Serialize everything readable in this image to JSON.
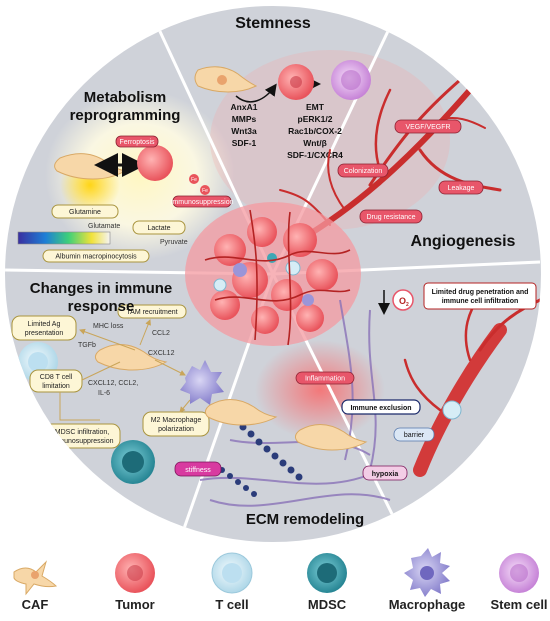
{
  "sections": {
    "stemness": "Stemness",
    "metabolism": [
      "Metabolism",
      "reprogramming"
    ],
    "angiogenesis": "Angiogenesis",
    "immune": [
      "Changes in immune",
      "response"
    ],
    "ecm": "ECM remodeling"
  },
  "stemness_panel": {
    "left_factors": [
      "AnxA1",
      "MMPs",
      "Wnt3a",
      "SDF-1"
    ],
    "right_factors": [
      "EMT",
      "pERK1/2",
      "Rac1b/COX-2",
      "Wnt/β",
      "SDF-1/CXCR4"
    ]
  },
  "metabolism_panel": {
    "ferroptosis": "Ferroptosis",
    "fe": "Fe",
    "immunosuppression": "Immunosuppression",
    "glutamine": "Glutamine",
    "glutamate": "Glutamate",
    "lactate": "Lactate",
    "pyruvate": "Pyruvate",
    "albumin": "Albumin macropinocytosis"
  },
  "angiogenesis_panel": {
    "vegf": "VEGF/VEGFR",
    "colonization": "Colonization",
    "leakage": "Leakage",
    "drug_resistance": "Drug resistance"
  },
  "immune_panel": {
    "tam": "TAM recruitment",
    "limited_ag": [
      "Limited Ag",
      "presentation"
    ],
    "mhc_loss": "MHC loss",
    "ccl2": "CCL2",
    "tgfb": "TGFb",
    "cxcl12": "CXCL12",
    "cd8": [
      "CD8 T cell",
      "limitation"
    ],
    "cxcl_multi": [
      "CXCL12, CCL2,",
      "IL-6"
    ],
    "m2": [
      "M2 Macrophage",
      "polarization"
    ],
    "mdsc": [
      "MDSC infiltration,",
      "Immunosuppression"
    ]
  },
  "ecm_panel": {
    "o2": "O",
    "o2_sub": "2",
    "limited_drug": [
      "Limited drug penetration and",
      "immune cell infiltration"
    ],
    "inflammation": "Inflammation",
    "immune_exclusion": "Immune exclusion",
    "barrier": "barrier",
    "stiffness": "stiffness",
    "hypoxia": "hypoxia"
  },
  "legend": [
    "CAF",
    "Tumor",
    "T cell",
    "MDSC",
    "Macrophage",
    "Stem cell"
  ],
  "colors": {
    "circle_bg": "#cfd2d9",
    "divider": "#ffffff",
    "tumor": "#f07a80",
    "caf": "#f7d7a8",
    "tcell": "#d6edf6",
    "mdsc": "#3ea7b5",
    "macrophage": "#9b95d8",
    "stemcell": "#d59fe0",
    "vessel": "#c92d2d",
    "pill_red": "#e8566a",
    "pill_yellow": "#fdf6d6"
  }
}
